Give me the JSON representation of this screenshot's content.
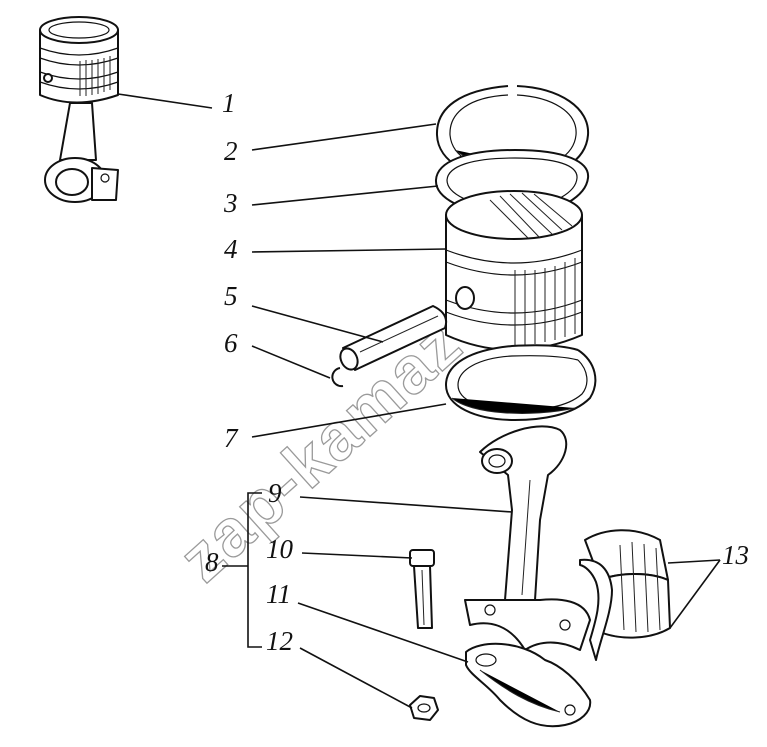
{
  "watermark": "zap-kamaz",
  "callouts": [
    "1",
    "2",
    "3",
    "4",
    "5",
    "6",
    "7",
    "8",
    "9",
    "10",
    "11",
    "12",
    "13"
  ]
}
